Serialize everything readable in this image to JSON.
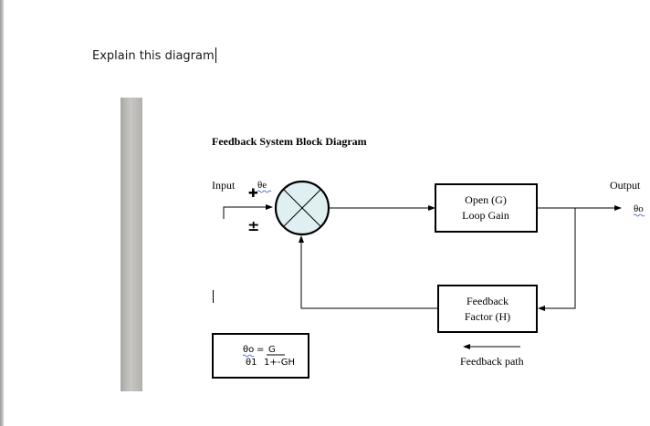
{
  "prompt": {
    "text": "Explain this diagram"
  },
  "diagram": {
    "title": "Feedback System Block Diagram",
    "input_label": "Input",
    "error_signal": "θe",
    "summing_signs": {
      "top": "✚",
      "bottom": "±"
    },
    "forward_block": {
      "line1": "Open (G)",
      "line2": "Loop Gain"
    },
    "feedback_block": {
      "line1": "Feedback",
      "line2": "Factor (H)"
    },
    "output_label": "Output",
    "output_signal": "θo",
    "feedback_path_label": "Feedback path",
    "formula": {
      "lhs": "θo",
      "equals": "=",
      "numerator": "G",
      "denominator_left": "θ1",
      "denominator_right": "1+-GH"
    }
  },
  "colors": {
    "summing_fill": "#dfeff2",
    "line": "#000000",
    "squiggle": "#3d5cc7"
  }
}
